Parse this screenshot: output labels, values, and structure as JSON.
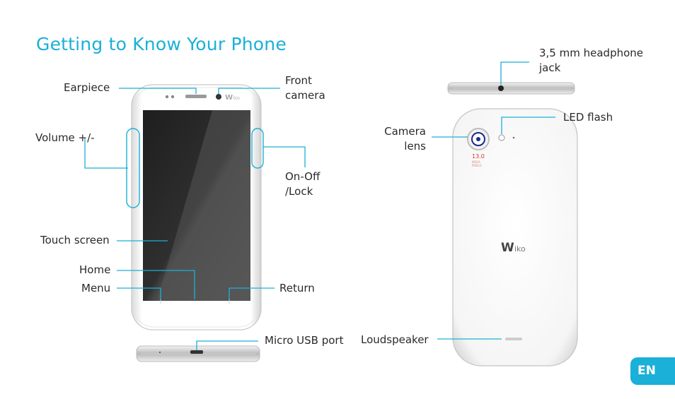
{
  "page": {
    "title": "Getting to Know Your Phone",
    "language_badge": "EN",
    "accent_color": "#1ab0d8"
  },
  "front_labels": {
    "earpiece": "Earpiece",
    "front_camera": "Front\ncamera",
    "volume": "Volume +/-",
    "on_off": "On-Off\n/Lock",
    "touch_screen": "Touch screen",
    "home": "Home",
    "menu": "Menu",
    "return": "Return",
    "micro_usb": "Micro USB port"
  },
  "back_labels": {
    "headphone_jack": "3,5 mm headphone\njack",
    "led_flash": "LED flash",
    "camera_lens": "Camera\nlens",
    "loudspeaker": "Loudspeaker"
  },
  "device_marks": {
    "brand_logo": "Wiko",
    "camera_megapixels": "13.0",
    "camera_mega_text": "MEGA\nPIXELS"
  },
  "icons": [
    "phone-front-illustration",
    "phone-top-edge-illustration",
    "phone-bottom-edge-illustration",
    "phone-back-illustration"
  ]
}
